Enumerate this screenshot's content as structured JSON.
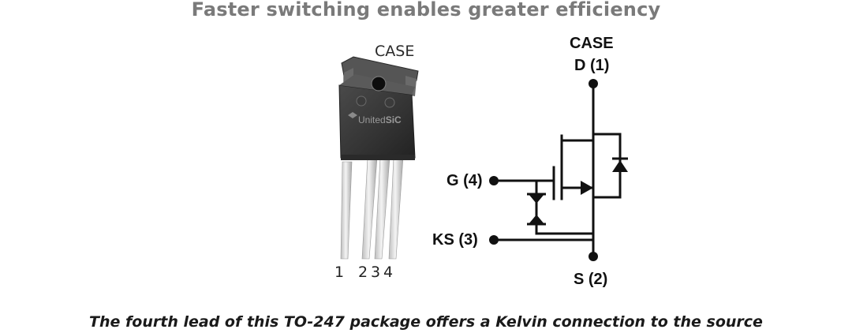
{
  "title": "Faster switching enables greater efficiency",
  "caption": "The fourth lead of this TO-247  package offers a Kelvin connection to the source",
  "package": {
    "case_label": "CASE",
    "brand_prefix": "United",
    "brand_suffix": "SiC",
    "pin_numbers": [
      "1",
      "2",
      "3",
      "4"
    ]
  },
  "schematic": {
    "case_label": "CASE",
    "drain_label": "D (1)",
    "gate_label": "G (4)",
    "kelvin_source_label": "KS (3)",
    "source_label": "S (2)"
  },
  "colors": {
    "title": "#7a7a7a",
    "package_body": "#3a3a3a",
    "leads": "#d9d9d9",
    "wire": "#111111"
  }
}
